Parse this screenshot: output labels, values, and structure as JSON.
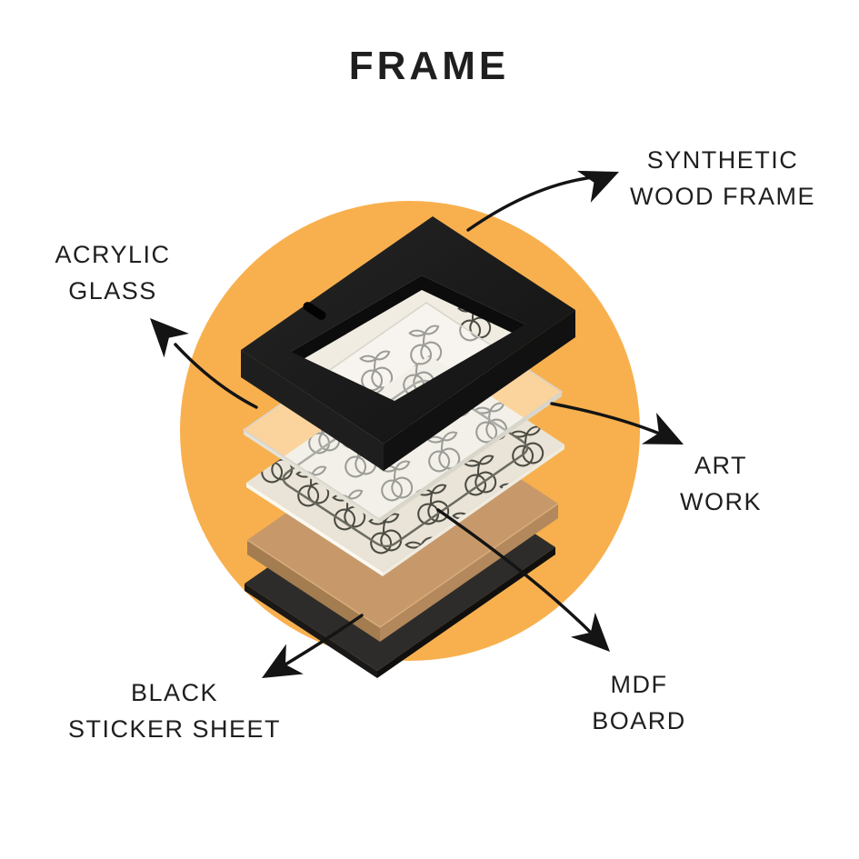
{
  "title": "FRAME",
  "diagram": {
    "type": "exploded-frame-layers",
    "layers": {
      "synthetic_wood_frame": {
        "lines": [
          "SYNTHETIC",
          "WOOD FRAME"
        ]
      },
      "acrylic_glass": {
        "lines": [
          "ACRYLIC",
          "GLASS"
        ]
      },
      "art_work": {
        "lines": [
          "ART",
          "WORK"
        ]
      },
      "mdf_board": {
        "lines": [
          "MDF",
          "BOARD"
        ]
      },
      "black_sticker_sheet": {
        "lines": [
          "BLACK",
          "STICKER SHEET"
        ]
      }
    }
  },
  "colors": {
    "accent_circle": "#F8B04E",
    "frame_black": "#1C1C1C",
    "mat_cream": "#F1ECE2",
    "artwork_cream": "#E9E4D7",
    "glass_edge": "#E4E1D6",
    "mdf_tan": "#C7996A",
    "mdf_side": "#A37C50",
    "sticker_black": "#2D2C2A",
    "arrow_color": "#141414",
    "pattern_stroke": "#4C4B43",
    "text_color": "#1F1F1F"
  }
}
